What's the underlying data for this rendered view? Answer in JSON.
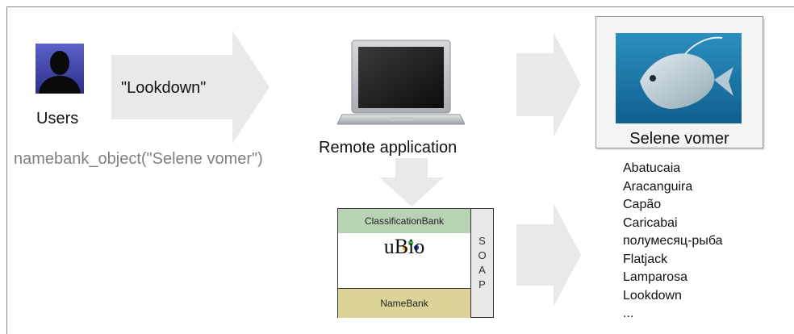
{
  "users": {
    "label": "Users"
  },
  "query": {
    "quote": "\"Lookdown\"",
    "call": "namebank_object(\"Selene vomer\")"
  },
  "remote": {
    "label": "Remote application"
  },
  "ubio": {
    "top_label": "ClassificationBank",
    "logo": "uBio",
    "bottom_label": "NameBank",
    "side_letters": [
      "S",
      "O",
      "A",
      "P"
    ]
  },
  "result": {
    "species": "Selene vomer",
    "names": [
      "Abatucaia",
      "Aracanguira",
      "Capão",
      "Caricabai",
      "полумесяц-рыба",
      "Flatjack",
      "Lamparosa",
      "Lookdown",
      "..."
    ]
  },
  "colors": {
    "arrow": "#e9e9e9",
    "classification_bank": "#b7d3b4",
    "name_bank": "#dcd398",
    "soap": "#e8e8e8"
  }
}
